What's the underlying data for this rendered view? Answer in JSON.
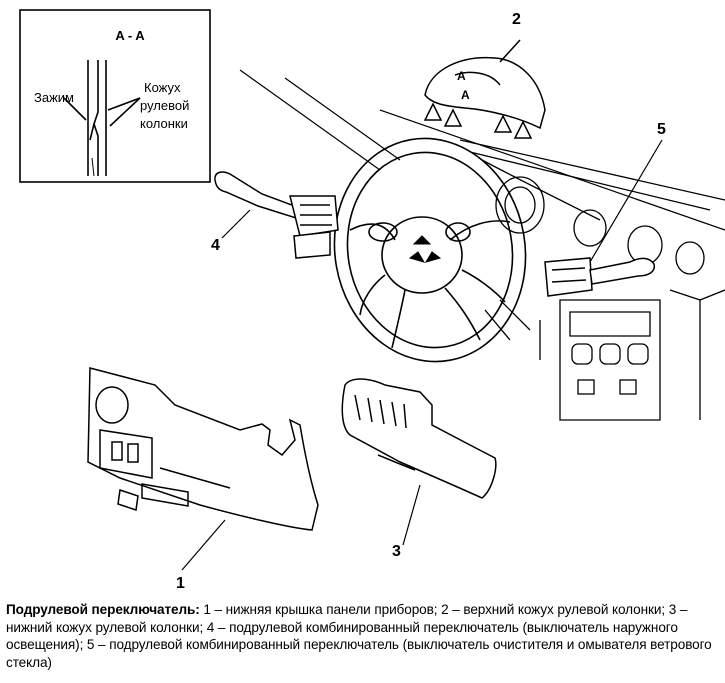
{
  "inset": {
    "title": "A - A",
    "label_clamp": "Зажим",
    "label_column_cover": [
      "Кожух",
      "рулевой",
      "колонки"
    ]
  },
  "callouts": {
    "n1": "1",
    "n2": "2",
    "n3": "3",
    "n4": "4",
    "n5": "5",
    "section_mark_top": "A",
    "section_mark_bottom": "A"
  },
  "caption": {
    "heading": "Подрулевой переключатель:",
    "body": " 1 – нижняя крышка панели приборов; 2 – верхний кожух рулевой колонки; 3 – нижний кожух рулевой колонки; 4 – подрулевой комбинированный переключатель (выключатель наружного освещения); 5 – подрулевой комбинированный переключатель (выключатель очистителя и омывателя ветрового стекла)"
  }
}
